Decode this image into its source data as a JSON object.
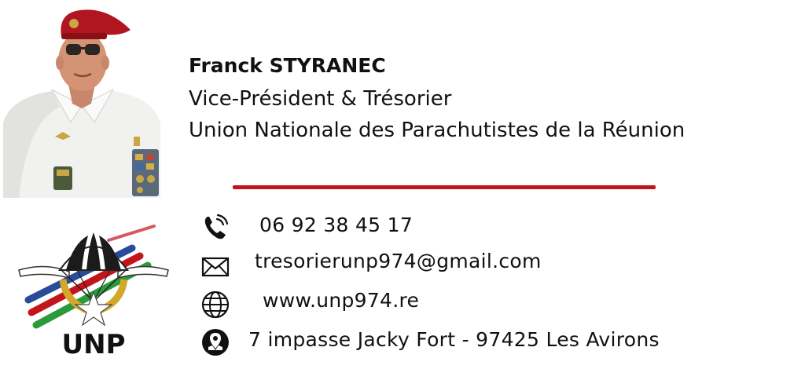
{
  "person": {
    "name": "Franck STYRANEC",
    "title": "Vice-Président & Trésorier",
    "organization": "Union Nationale des Parachutistes de la Réunion"
  },
  "logo": {
    "text": "UNP"
  },
  "contacts": [
    {
      "icon": "phone-icon",
      "text": "06 92 38 45 17"
    },
    {
      "icon": "mail-icon",
      "text": "tresorierunp974@gmail.com"
    },
    {
      "icon": "globe-icon",
      "text": "www.unp974.re"
    },
    {
      "icon": "location-pin-icon",
      "text": "7 impasse Jacky Fort - 97425 Les Avirons"
    }
  ],
  "colors": {
    "accent": "#c4141b",
    "text": "#111111",
    "beret": "#b01520"
  }
}
